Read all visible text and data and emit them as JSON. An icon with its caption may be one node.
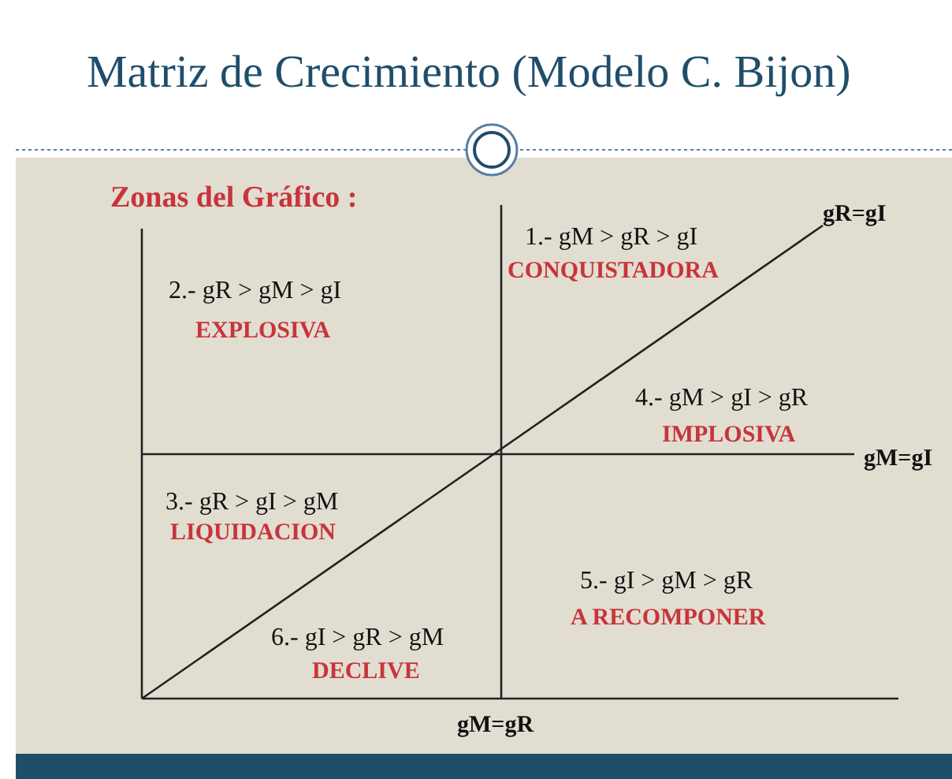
{
  "diagram": {
    "title": "Matriz de Crecimiento (Modelo C. Bijon)",
    "labels": [
      "Zonas del Gráfico :",
      "1.- gM > gR > gI",
      "gR=gI",
      "CONQUISTADORA",
      "2.- gR > gM > gI",
      "EXPLOSIVA",
      "4.- gM > gI > gR",
      "IMPLOSIVA",
      "gM=gI",
      "3.- gR > gI > gM",
      "LIQUIDACION",
      "5.- gI > gM > gR",
      "A RECOMPONER",
      "6.- gI > gR > gM",
      "DECLIVE",
      "gM=gR"
    ]
  }
}
